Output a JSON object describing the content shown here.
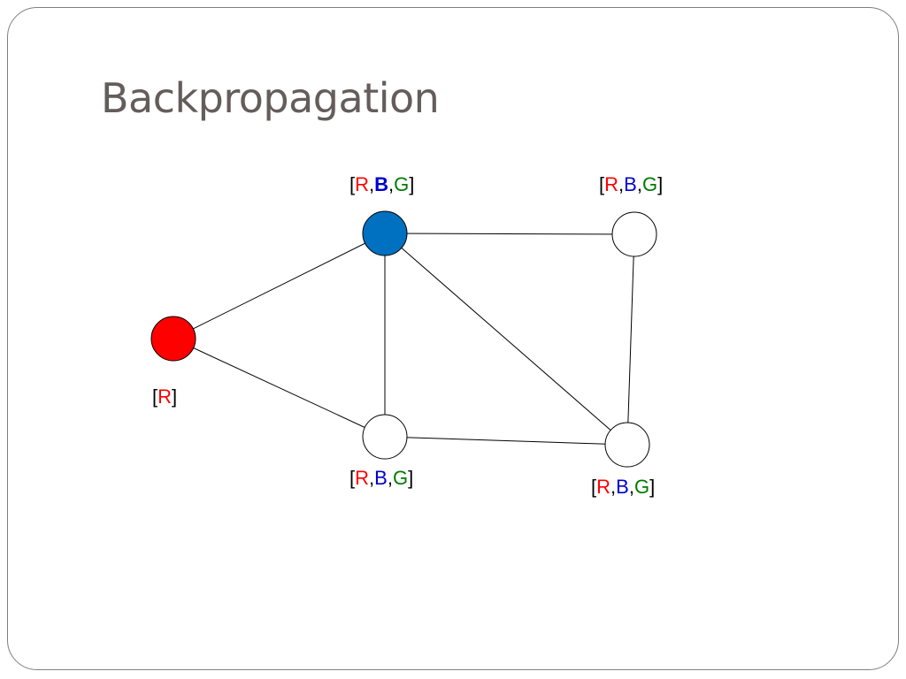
{
  "slide": {
    "title": "Backpropagation"
  },
  "colors": {
    "red": "#ff0000",
    "blue": "#0000cc",
    "green": "#007a00",
    "node_blue_fill": "#0070c0",
    "node_red_fill": "#ff0000",
    "node_empty_fill": "#ffffff",
    "title": "#645d5b"
  },
  "graph": {
    "nodes": [
      {
        "id": "red-node",
        "fill": "red",
        "label": {
          "open": "[",
          "parts": [
            {
              "text": "R",
              "color": "red"
            }
          ],
          "close": "]"
        }
      },
      {
        "id": "blue-node",
        "fill": "blue",
        "label": {
          "open": "[",
          "parts": [
            {
              "text": "R",
              "color": "red"
            },
            {
              "text": ",",
              "color": "black"
            },
            {
              "text": "B",
              "color": "blue",
              "bold": true
            },
            {
              "text": ",",
              "color": "black"
            },
            {
              "text": "G",
              "color": "green"
            }
          ],
          "close": "]"
        }
      },
      {
        "id": "top-right-node",
        "fill": "white",
        "label": {
          "open": "[",
          "parts": [
            {
              "text": "R",
              "color": "red"
            },
            {
              "text": ",",
              "color": "black"
            },
            {
              "text": "B",
              "color": "blue"
            },
            {
              "text": ",",
              "color": "black"
            },
            {
              "text": "G",
              "color": "green"
            }
          ],
          "close": "]"
        }
      },
      {
        "id": "bottom-middle-node",
        "fill": "white",
        "label": {
          "open": "[",
          "parts": [
            {
              "text": "R",
              "color": "red"
            },
            {
              "text": ",",
              "color": "black"
            },
            {
              "text": "B",
              "color": "blue"
            },
            {
              "text": ",",
              "color": "black"
            },
            {
              "text": "G",
              "color": "green"
            }
          ],
          "close": "]"
        }
      },
      {
        "id": "bottom-right-node",
        "fill": "white",
        "label": {
          "open": "[",
          "parts": [
            {
              "text": "R",
              "color": "red"
            },
            {
              "text": ",",
              "color": "black"
            },
            {
              "text": "B",
              "color": "blue"
            },
            {
              "text": ",",
              "color": "black"
            },
            {
              "text": "G",
              "color": "green"
            }
          ],
          "close": "]"
        }
      }
    ],
    "edges": [
      [
        "red-node",
        "blue-node"
      ],
      [
        "red-node",
        "bottom-middle-node"
      ],
      [
        "blue-node",
        "top-right-node"
      ],
      [
        "blue-node",
        "bottom-middle-node"
      ],
      [
        "blue-node",
        "bottom-right-node"
      ],
      [
        "top-right-node",
        "bottom-right-node"
      ],
      [
        "bottom-middle-node",
        "bottom-right-node"
      ]
    ]
  }
}
